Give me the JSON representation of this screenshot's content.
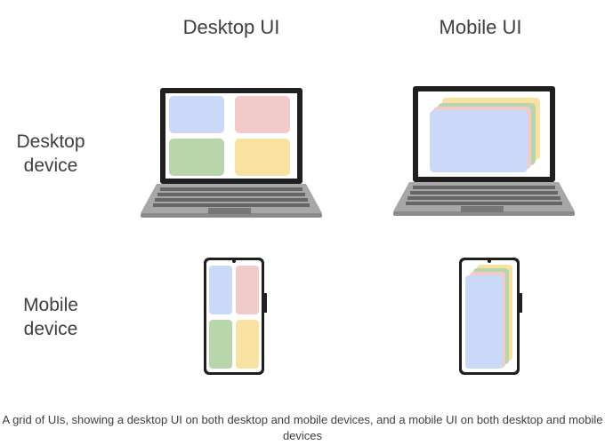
{
  "columns": {
    "desktop_ui": "Desktop UI",
    "mobile_ui": "Mobile UI"
  },
  "rows": {
    "desktop_device": [
      "Desktop",
      "device"
    ],
    "mobile_device": [
      "Mobile",
      "device"
    ]
  },
  "caption": "A grid of UIs, showing a desktop UI on both desktop and mobile devices, and a mobile UI on both desktop and mobile devices",
  "colors": {
    "blue": "#c9d9f7",
    "red": "#f1cbc9",
    "green": "#b9d5ac",
    "yellow": "#f8e2a1",
    "device_frame": "#1f1f1f",
    "laptop_body": "#a7a7a7"
  }
}
